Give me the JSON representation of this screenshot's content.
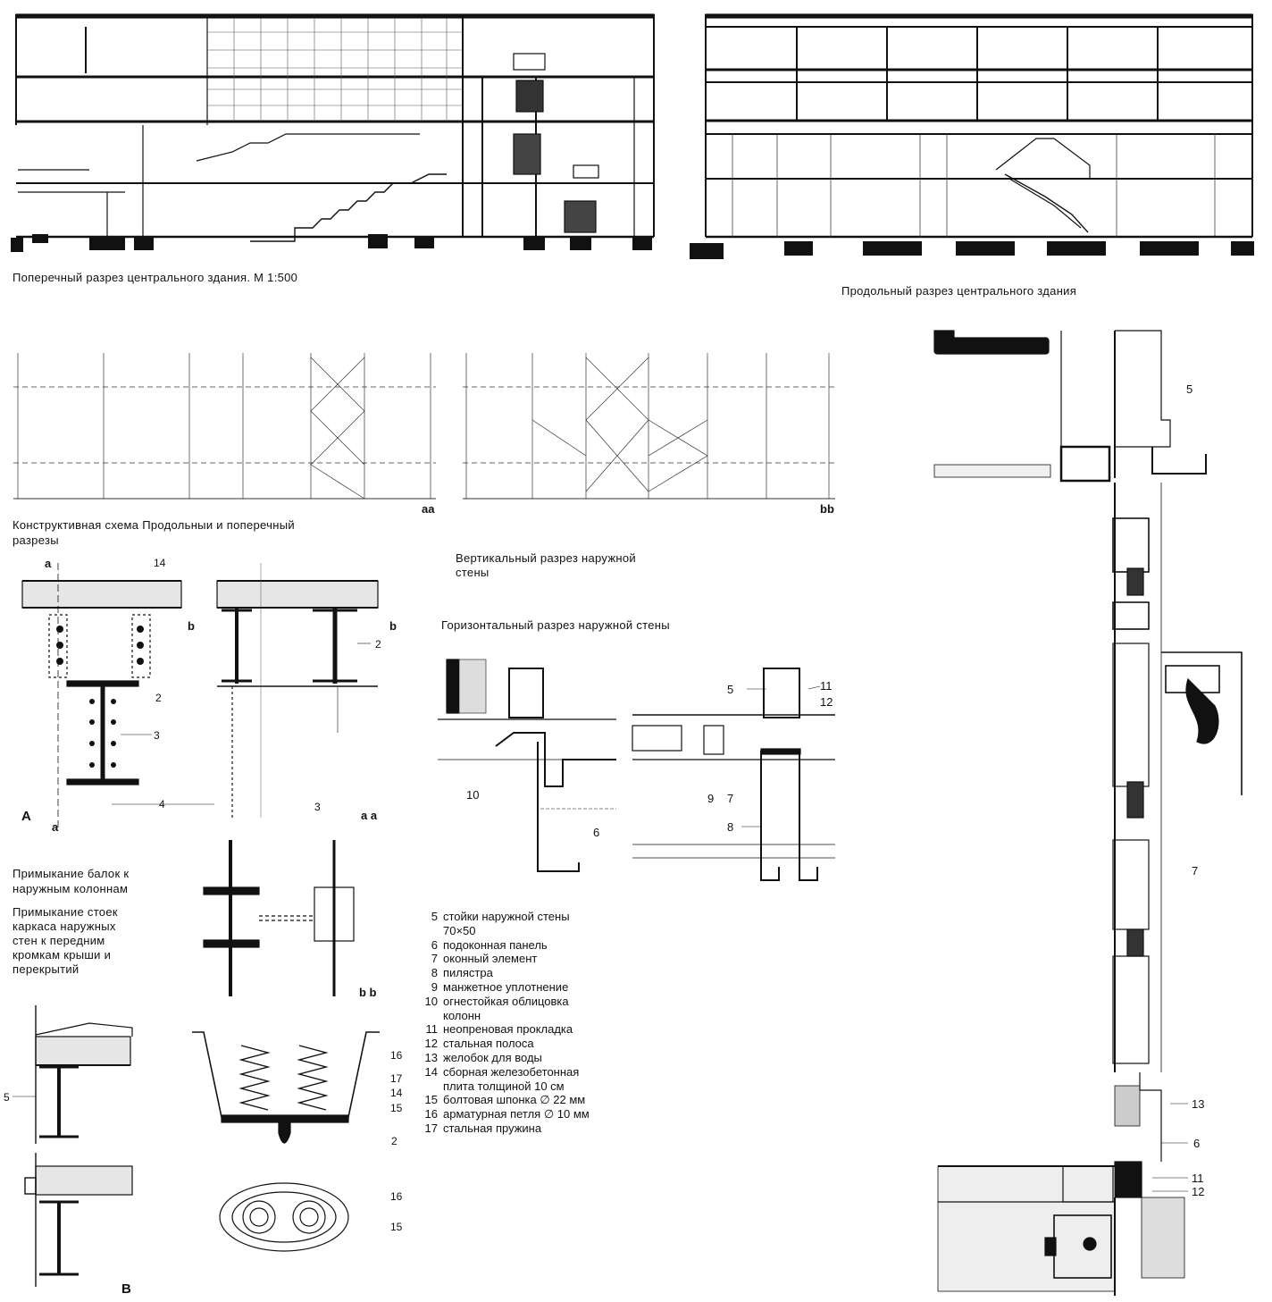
{
  "captions": {
    "cross_section": "Поперечный разрез центрального здания. М 1:500",
    "long_section": "Продольный разрез центрального здания",
    "scheme_1": "Конструктивная схема Продольныи и поперечный",
    "scheme_2": "разрезы",
    "vertical_1": "Вертикальный разрез наружной",
    "vertical_2": "стены",
    "horizontal": "Горизонтальный разрез наружной стены",
    "beams_1": "Примыкание балок к",
    "beams_2": "наружным колоннам",
    "studs_1": "Примыкание стоек",
    "studs_2": "каркаса наружных",
    "studs_3": "стен к передним",
    "studs_4": "кромкам крыши и",
    "studs_5": "перекрытий"
  },
  "markers": {
    "aa": "aa",
    "bb": "bb",
    "a": "a",
    "b": "b",
    "A": "A",
    "B": "B",
    "aa_detail": "a a",
    "bb_detail": "b b"
  },
  "labels": {
    "n2": "2",
    "n3": "3",
    "n4": "4",
    "n5": "5",
    "n6": "6",
    "n7": "7",
    "n8": "8",
    "n9": "9",
    "n10": "10",
    "n11": "11",
    "n12": "12",
    "n13": "13",
    "n14": "14",
    "n15": "15",
    "n16": "16",
    "n17": "17"
  },
  "legend": [
    {
      "n": "5",
      "text": "стойки наружной стены",
      "cont": "70×50"
    },
    {
      "n": "6",
      "text": "подоконная панель"
    },
    {
      "n": "7",
      "text": "оконный элемент"
    },
    {
      "n": "8",
      "text": "пилястра"
    },
    {
      "n": "9",
      "text": "манжетное уплотнение"
    },
    {
      "n": "10",
      "text": "огнестойкая облицовка",
      "cont": "колонн"
    },
    {
      "n": "11",
      "text": "неопреновая прокладка"
    },
    {
      "n": "12",
      "text": "стальная полоса"
    },
    {
      "n": "13",
      "text": "желобок для воды"
    },
    {
      "n": "14",
      "text": "сборная железобетонная",
      "cont": "плита толщиной 10 см"
    },
    {
      "n": "15",
      "text": "болтовая шпонка ∅ 22 мм"
    },
    {
      "n": "16",
      "text": "арматурная петля ∅ 10 мм"
    },
    {
      "n": "17",
      "text": "стальная пружина"
    }
  ]
}
